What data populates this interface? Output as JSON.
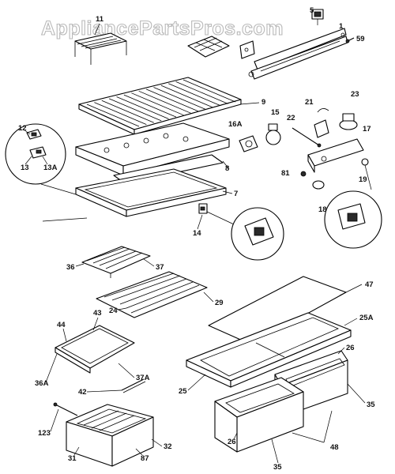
{
  "watermark": "AppliancePartsPros.com",
  "callouts": {
    "c1": "1",
    "c5": "5",
    "c59": "59",
    "c11": "11",
    "c9": "9",
    "c12": "12",
    "c13": "13",
    "c13A": "13A",
    "c16A": "16A",
    "c15": "15",
    "c22": "22",
    "c21": "21",
    "c23": "23",
    "c17": "17",
    "c8": "8",
    "c7": "7",
    "c81": "81",
    "c19": "19",
    "c18": "18",
    "c14": "14",
    "c36": "36",
    "c37": "37",
    "c29": "29",
    "c24": "24",
    "c47": "47",
    "c44": "44",
    "c43": "43",
    "c25A": "25A",
    "c26a": "26",
    "c36A": "36A",
    "c37A": "37A",
    "c42": "42",
    "c25": "25",
    "c35a": "35",
    "c123": "123",
    "c32": "32",
    "c31": "31",
    "c87": "87",
    "c26b": "26",
    "c35b": "35",
    "c48": "48"
  }
}
